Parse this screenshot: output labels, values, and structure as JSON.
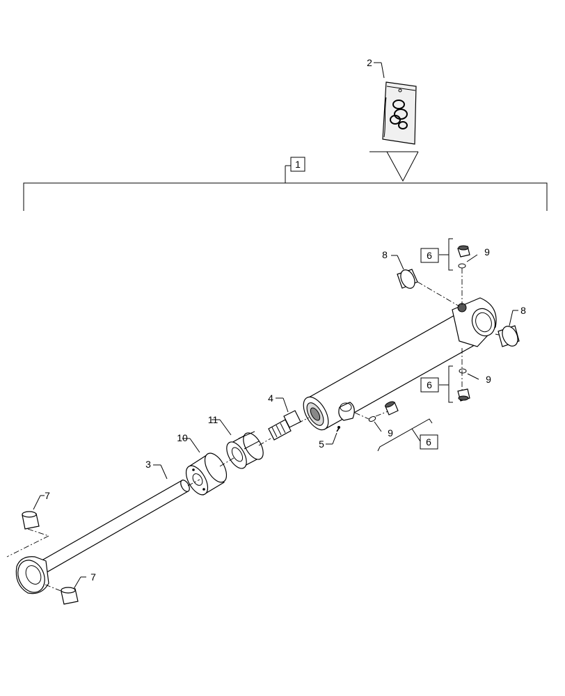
{
  "callouts": {
    "c1": "1",
    "c2": "2",
    "c3": "3",
    "c4": "4",
    "c5": "5",
    "c6a": "6",
    "c6b": "6",
    "c6c": "6",
    "c7a": "7",
    "c7b": "7",
    "c8a": "8",
    "c8b": "8",
    "c9a": "9",
    "c9b": "9",
    "c9c": "9",
    "c10": "10",
    "c11": "11"
  }
}
